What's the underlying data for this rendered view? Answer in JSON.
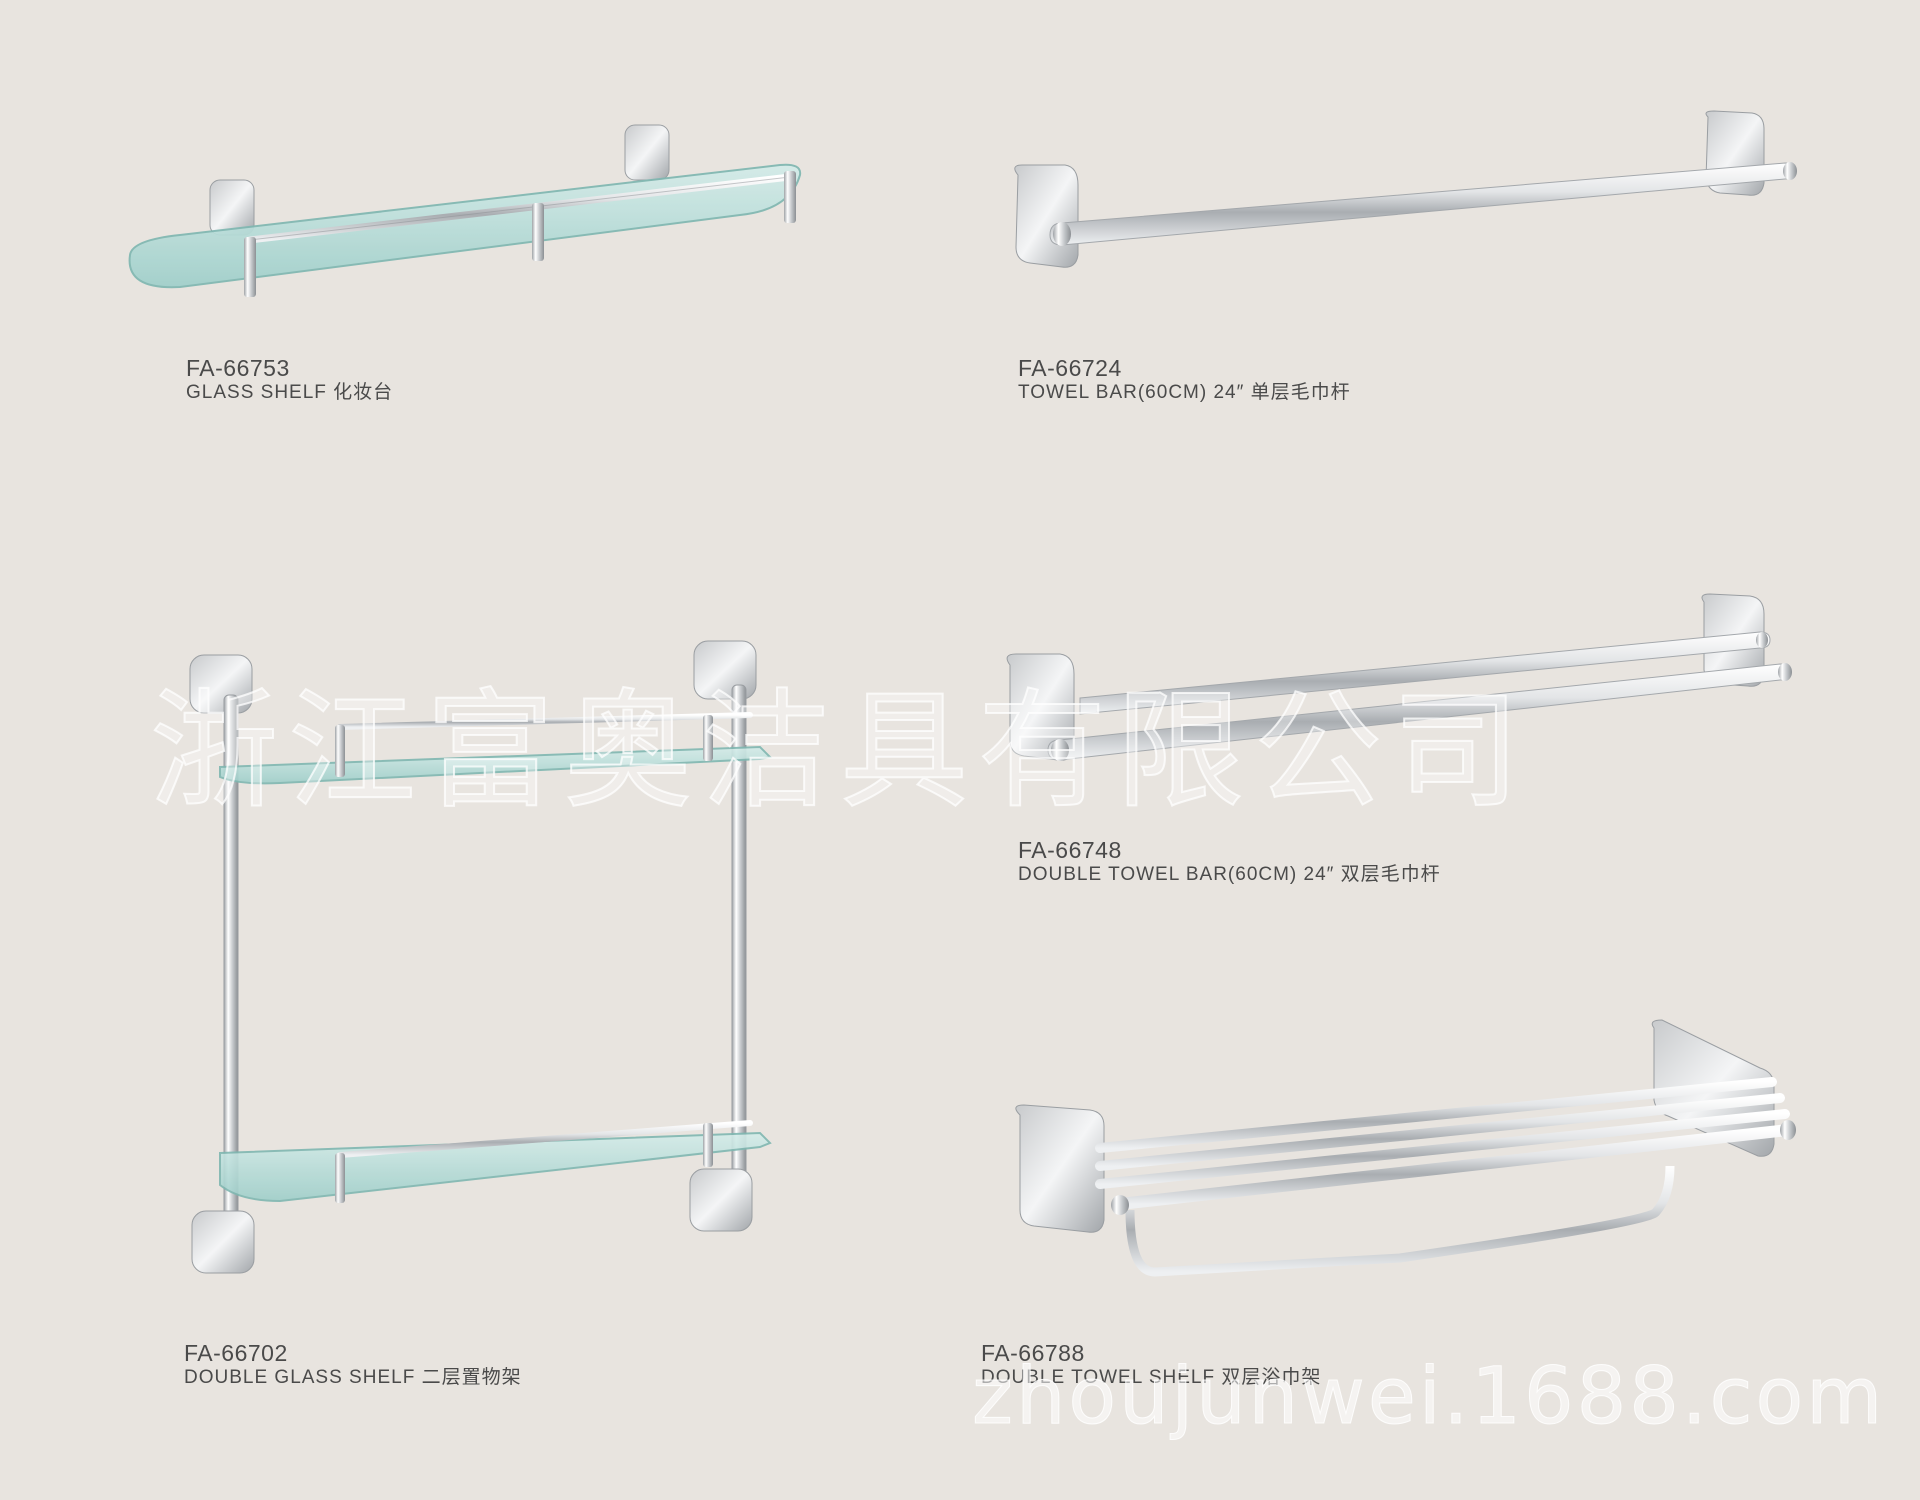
{
  "products": [
    {
      "code": "FA-66753",
      "name": "GLASS SHELF 化妆台"
    },
    {
      "code": "FA-66724",
      "name": "TOWEL BAR(60CM) 24″ 单层毛巾杆"
    },
    {
      "code": "FA-66748",
      "name": "DOUBLE TOWEL BAR(60CM) 24″ 双层毛巾杆"
    },
    {
      "code": "FA-66702",
      "name": "DOUBLE GLASS SHELF 二层置物架"
    },
    {
      "code": "FA-66788",
      "name": "DOUBLE  TOWEL  SHELF 双层浴巾架"
    }
  ],
  "watermark": {
    "company": "浙江富奥洁具有限公司",
    "url": "zhoujunwei.1688.com"
  },
  "colors": {
    "background": "#e8e4df",
    "text": "#4a4a4a",
    "glass": "#b7dbd8",
    "chrome": "#d4d6d8"
  }
}
